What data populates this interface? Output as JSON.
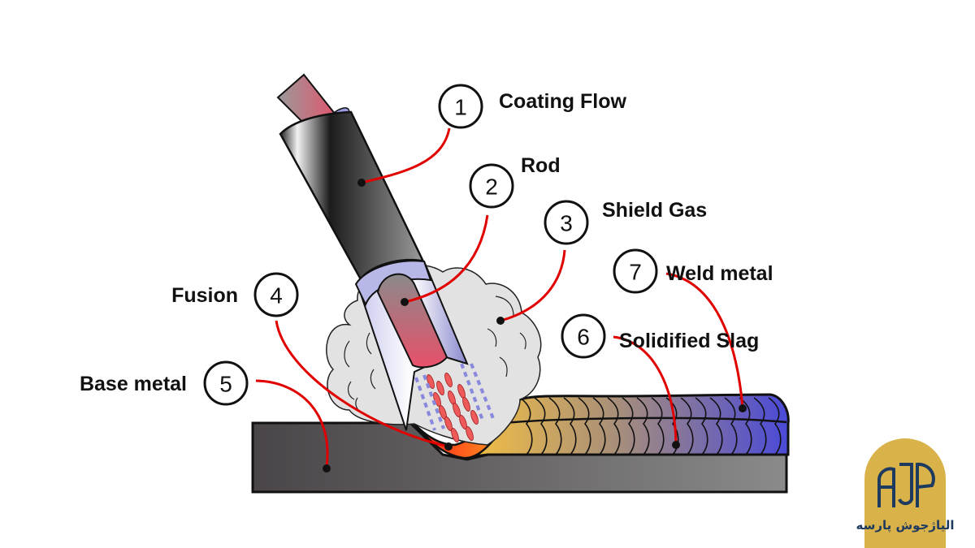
{
  "title": "Shielded Metal Arc Welding process diagram",
  "callouts": [
    {
      "number": "1",
      "label": "Coating Flow"
    },
    {
      "number": "2",
      "label": "Rod"
    },
    {
      "number": "3",
      "label": "Shield Gas"
    },
    {
      "number": "4",
      "label": "Fusion"
    },
    {
      "number": "5",
      "label": "Base metal"
    },
    {
      "number": "6",
      "label": "Solidified Slag"
    },
    {
      "number": "7",
      "label": "Weld metal"
    }
  ],
  "logo": {
    "monogram": "AJP",
    "text": "الیاژجوش پارسه",
    "background": "#d9b24a",
    "foreground": "#1e3a5f"
  },
  "colors": {
    "leader_line": "#e10000",
    "base_metal": "#5a5558",
    "coating": "#2a2a2a",
    "gas_cloud": "#e2e2e2",
    "weld_start": "#e8b84a",
    "weld_end": "#4a4adb"
  }
}
